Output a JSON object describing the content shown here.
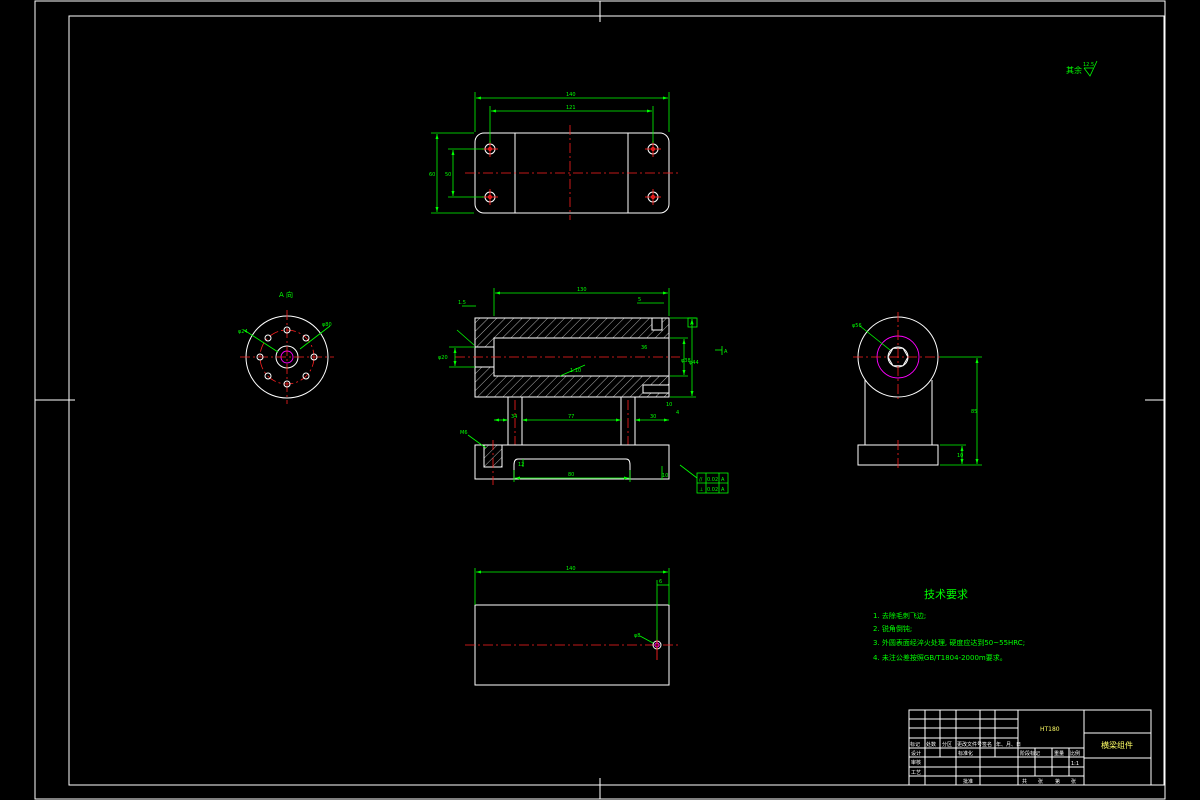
{
  "drawing": {
    "type": "cad-mechanical-drawing",
    "colors": {
      "background": "#000000",
      "outline": "#ffffff",
      "dimension": "#00ff00",
      "centerline": "#ff2020",
      "thread": "#ff00ff",
      "title_text": "#ffff66"
    }
  },
  "roughness_note": "其余",
  "roughness_value": "12.5",
  "view_label": "A 向",
  "view_arrow_label": "A",
  "tech_requirements": {
    "title": "技术要求",
    "items": [
      "1. 去除毛刺飞边;",
      "2. 锐角倒钝;",
      "3. 外圆表面经淬火处理, 硬度应达到50~55HRC;",
      "4. 未注公差按照GB/T1804-2000m要求。"
    ]
  },
  "dimensions": {
    "top_overall": "140",
    "top_holes": "121",
    "top_height": "60",
    "top_inner": "50",
    "front_length": "130",
    "front_chamfer": "1.5",
    "front_slot": "5",
    "front_bore": "φ20",
    "front_right_a": "36",
    "front_right_b": "φ38",
    "front_right_c": "φ44",
    "front_groove": "10",
    "front_groove2": "4",
    "front_slope": "1:10",
    "front_mid": "77",
    "front_left": "34",
    "front_right": "30",
    "front_base_offset": "12",
    "front_base_len": "80",
    "front_thread": "M6",
    "front_base_h": "10",
    "left_a": "φ24",
    "left_b": "φ80",
    "right_a": "φ56",
    "right_height": "85",
    "right_base": "10",
    "bottom_length": "140",
    "bottom_hole": "φ8",
    "bottom_offset": "6"
  },
  "gdt": {
    "datum": "A",
    "row1": [
      "//",
      "0.02",
      "A"
    ],
    "row2": [
      "⊥",
      "0.02",
      "A"
    ]
  },
  "title_block": {
    "part_name": "HT180",
    "company": "横梁组件",
    "r1": [
      "标记",
      "处数",
      "分区",
      "更改文件号",
      "签名",
      "年、月、日"
    ],
    "r2": [
      "设计",
      "标准化"
    ],
    "r3": [
      "审核"
    ],
    "r4": [
      "工艺",
      "批准"
    ],
    "stage": "阶段标记",
    "weight": "重量",
    "scale": "比例",
    "scale_value": "1:1",
    "sheet": [
      "共",
      "张",
      "第",
      "张"
    ]
  }
}
